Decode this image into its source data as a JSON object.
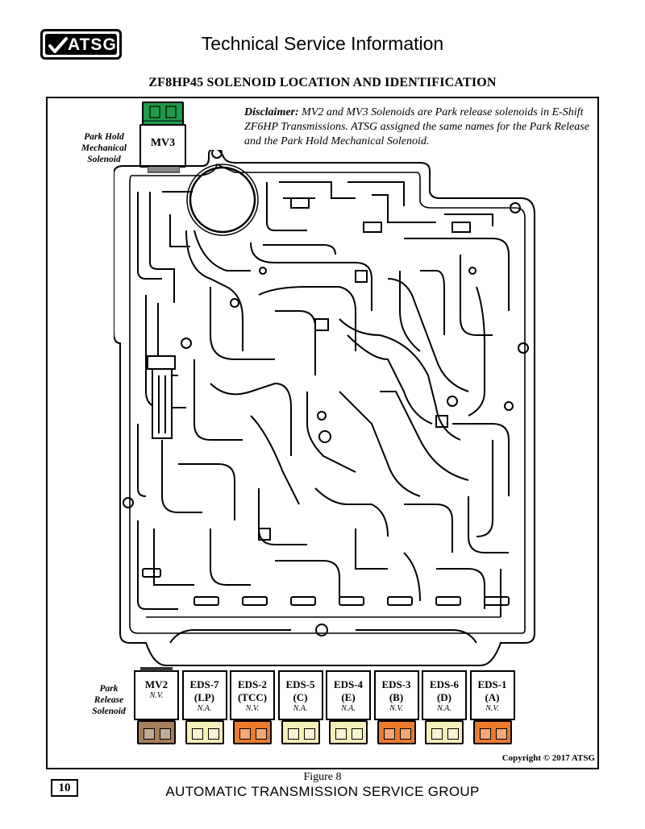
{
  "header": {
    "logo_text": "ATSG",
    "title": "Technical Service Information"
  },
  "main_title": "ZF8HP45 SOLENOID LOCATION AND IDENTIFICATION",
  "disclaimer": {
    "label": "Disclaimer:",
    "text": "MV2 and MV3 Solenoids are Park release solenoids in E-Shift ZF6HP Transmissions. ATSG assigned the same names for the Park Release and the Park Hold Mechanical Solenoid."
  },
  "park_hold_label": "Park Hold Mechanical Solenoid",
  "park_release_label": "Park Release Solenoid",
  "mv3": {
    "name": "MV3",
    "color": "#1f9a4b"
  },
  "solenoids": [
    {
      "name": "MV2",
      "code": "",
      "status": "N.V.",
      "color": "#a47f5b"
    },
    {
      "name": "EDS-7",
      "code": "(LP)",
      "status": "N.A.",
      "color": "#f4eeb8"
    },
    {
      "name": "EDS-2",
      "code": "(TCC)",
      "status": "N.V.",
      "color": "#ec7a2c"
    },
    {
      "name": "EDS-5",
      "code": "(C)",
      "status": "N.A.",
      "color": "#f4eeb8"
    },
    {
      "name": "EDS-4",
      "code": "(E)",
      "status": "N.A.",
      "color": "#f4eeb8"
    },
    {
      "name": "EDS-3",
      "code": "(B)",
      "status": "N.V.",
      "color": "#ec7a2c"
    },
    {
      "name": "EDS-6",
      "code": "(D)",
      "status": "N.A.",
      "color": "#f4eeb8"
    },
    {
      "name": "EDS-1",
      "code": "(A)",
      "status": "N.V.",
      "color": "#ec7a2c"
    }
  ],
  "copyright": "Copyright © 2017 ATSG",
  "figure_caption": "Figure 8",
  "page_number": "10",
  "footer": "AUTOMATIC TRANSMISSION SERVICE GROUP"
}
